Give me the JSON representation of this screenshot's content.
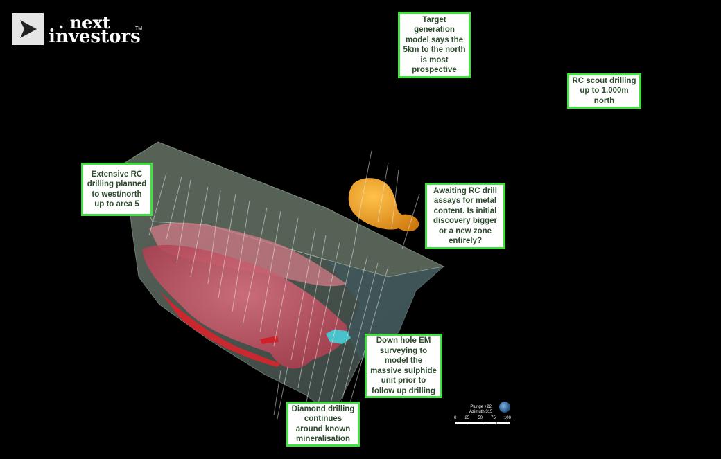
{
  "brand": {
    "line1": ". next",
    "line2": "investors",
    "trademark": "TM"
  },
  "annotations": {
    "target": "Target generation model says the 5km to the north is most prospective",
    "rc_scout": "RC scout drilling up to 1,000m north",
    "extensive_rc": "Extensive RC drilling planned to west/north up to area 5",
    "awaiting": "Awaiting RC drill assays for metal content. Is initial discovery bigger or a new zone entirely?",
    "downhole": "Down hole EM surveying to model the massive sulphide unit prior to follow up drilling",
    "diamond": "Diamond drilling continues around known mineralisation"
  },
  "scale": {
    "plunge": "Plunge +22",
    "azimuth": "Azimuth 315",
    "ticks": [
      "0",
      "25",
      "50",
      "75",
      "100"
    ]
  },
  "colors": {
    "callout_border": "#3fe23f",
    "callout_text": "#2c4a2c",
    "ore_body": "#c94a5c",
    "orange_body": "#f0a020",
    "em_plate": "#3fd0d8",
    "envelope": "#8fa58f"
  }
}
